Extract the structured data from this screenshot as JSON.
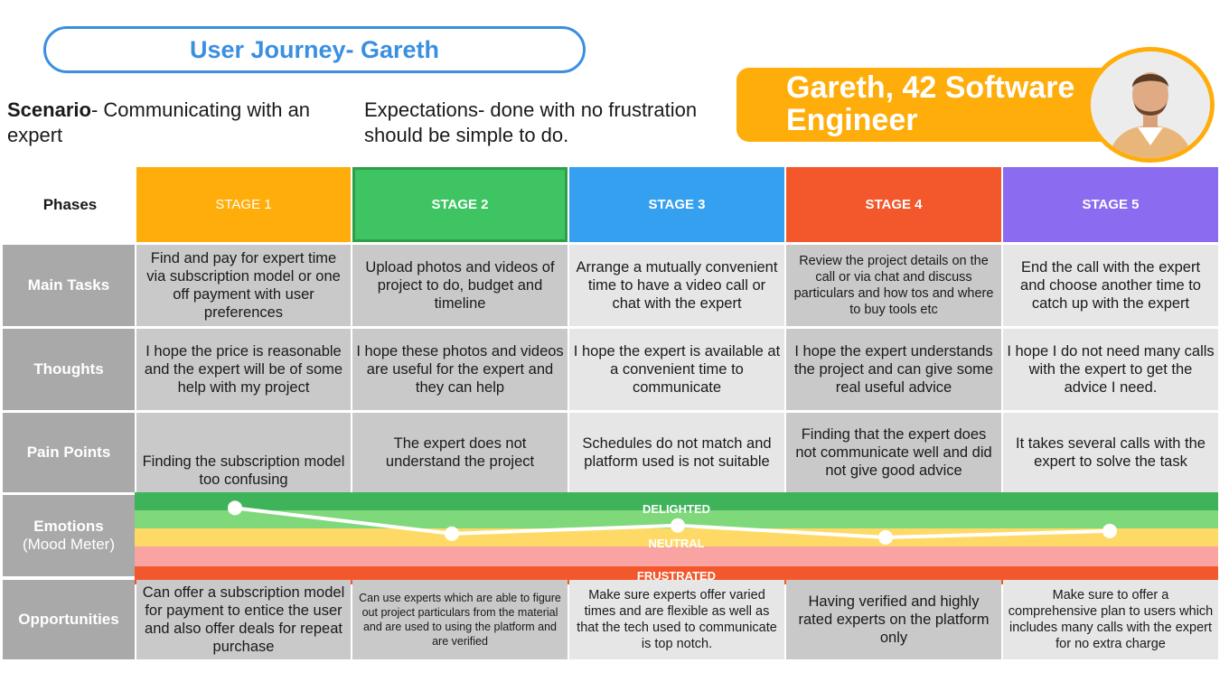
{
  "title": "User Journey- Gareth",
  "scenario": {
    "label": "Scenario",
    "text": "- Communicating with an expert"
  },
  "expectations": "Expectations- done with no frustration should be simple to do.",
  "persona": {
    "name": "Gareth, 42 Software Engineer"
  },
  "phases_label": "Phases",
  "stages": [
    "STAGE 1",
    "STAGE 2",
    "STAGE 3",
    "STAGE 4",
    "STAGE 5"
  ],
  "rows": {
    "main_tasks": {
      "label": "Main Tasks",
      "cells": [
        "Find and pay for expert time via subscription model or one off payment with user preferences",
        "Upload photos and videos of project to do, budget and timeline",
        "Arrange a mutually convenient time to have a video call or chat with the expert",
        "Review the project details on the call or via chat and discuss particulars and how tos and where to buy tools etc",
        "End the call with the expert and choose another time to catch up with the expert"
      ]
    },
    "thoughts": {
      "label": "Thoughts",
      "cells": [
        "I hope the price is reasonable and the expert will be of some help with my project",
        "I hope these photos and videos are useful for the expert and they can help",
        "I hope the expert is available at a convenient time to communicate",
        "I hope the expert understands the project and can give some real useful advice",
        "I hope I do not need many calls with the expert to get the advice I need."
      ]
    },
    "pain_points": {
      "label": "Pain Points",
      "cells": [
        "Finding the subscription model too confusing",
        "The expert does not understand the project",
        "Schedules do not match and platform used is not suitable",
        "Finding that the expert does not communicate well and did not give good advice",
        "It takes several calls with the expert to solve the task"
      ]
    },
    "emotions": {
      "label": "Emotions",
      "sublabel": "(Mood Meter)",
      "scale": [
        "DELIGHTED",
        "NEUTRAL",
        "FRUSTRATED"
      ],
      "mood_levels": [
        0.83,
        0.55,
        0.64,
        0.51,
        0.58
      ]
    },
    "opportunities": {
      "label": "Opportunities",
      "cells": [
        "Can offer a subscription model for payment to entice the user and also offer deals for repeat purchase",
        "Can use experts which are able to figure out project particulars from the material and are used to using the platform and are verified",
        "Make sure experts offer varied times and are flexible as well as that the tech used to communicate is top notch.",
        "Having verified and highly rated experts on the platform only",
        "Make sure to offer a comprehensive plan to users which includes many calls with the expert for no extra charge"
      ]
    }
  },
  "colors": {
    "title_blue": "#3a8fe0",
    "persona_orange": "#ffad0a",
    "stage_colors": [
      "#ffad0a",
      "#3ec462",
      "#35a0f0",
      "#f2582c",
      "#8b6cf0"
    ],
    "mood_bands": [
      "#3fb35a",
      "#7fd97a",
      "#ffd966",
      "#f9a3a3",
      "#f2582c"
    ]
  }
}
